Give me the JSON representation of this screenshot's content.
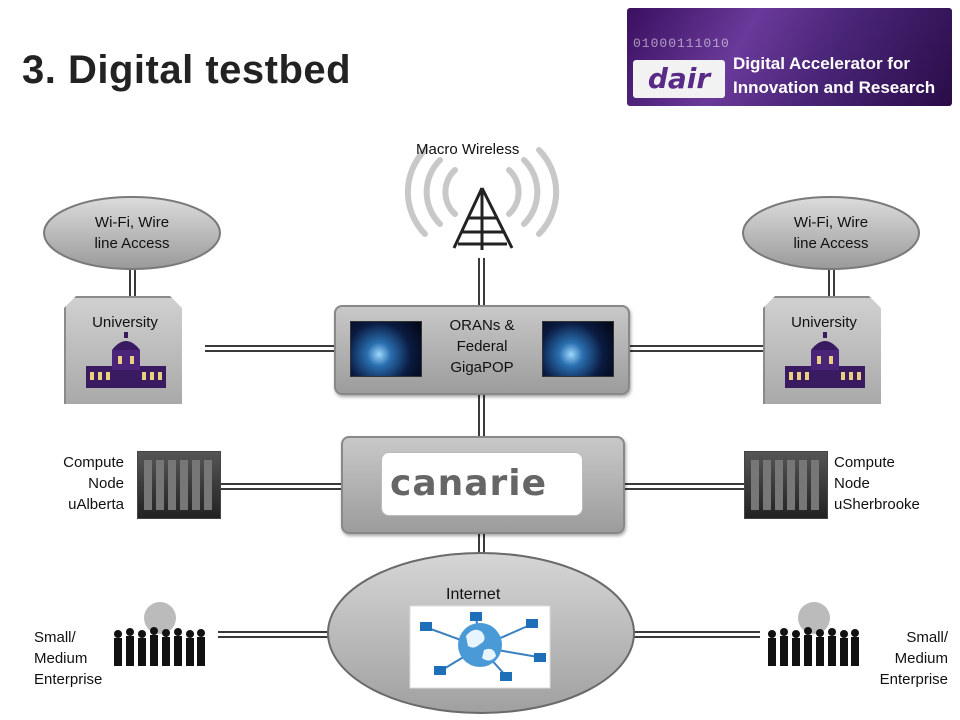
{
  "title": "3. Digital testbed",
  "banner": {
    "bits": "01000111010",
    "logo": "dair",
    "line1": "Digital Accelerator for",
    "line2": "Innovation and Research"
  },
  "nodes": {
    "macro": "Macro Wireless",
    "wifi_left": [
      "Wi-Fi, Wire",
      "line Access"
    ],
    "wifi_right": [
      "Wi-Fi, Wire",
      "line Access"
    ],
    "univ_left": "University",
    "univ_right": "University",
    "oran": [
      "ORANs &",
      "Federal",
      "GigaPOP"
    ],
    "canarie": "canarie",
    "internet": "Internet",
    "compute_left": [
      "Compute",
      "Node",
      "uAlberta"
    ],
    "compute_right": [
      "Compute",
      "Node",
      "uSherbrooke"
    ],
    "sme_left": [
      "Small/",
      "Medium",
      "Enterprise"
    ],
    "sme_right": [
      "Small/",
      "Medium",
      "Enterprise"
    ]
  },
  "colors": {
    "banner_purple": "#5a2a88",
    "box_gray": "#b0b0b0",
    "line_gray": "#444444",
    "canarie_red": "#d8352a"
  }
}
